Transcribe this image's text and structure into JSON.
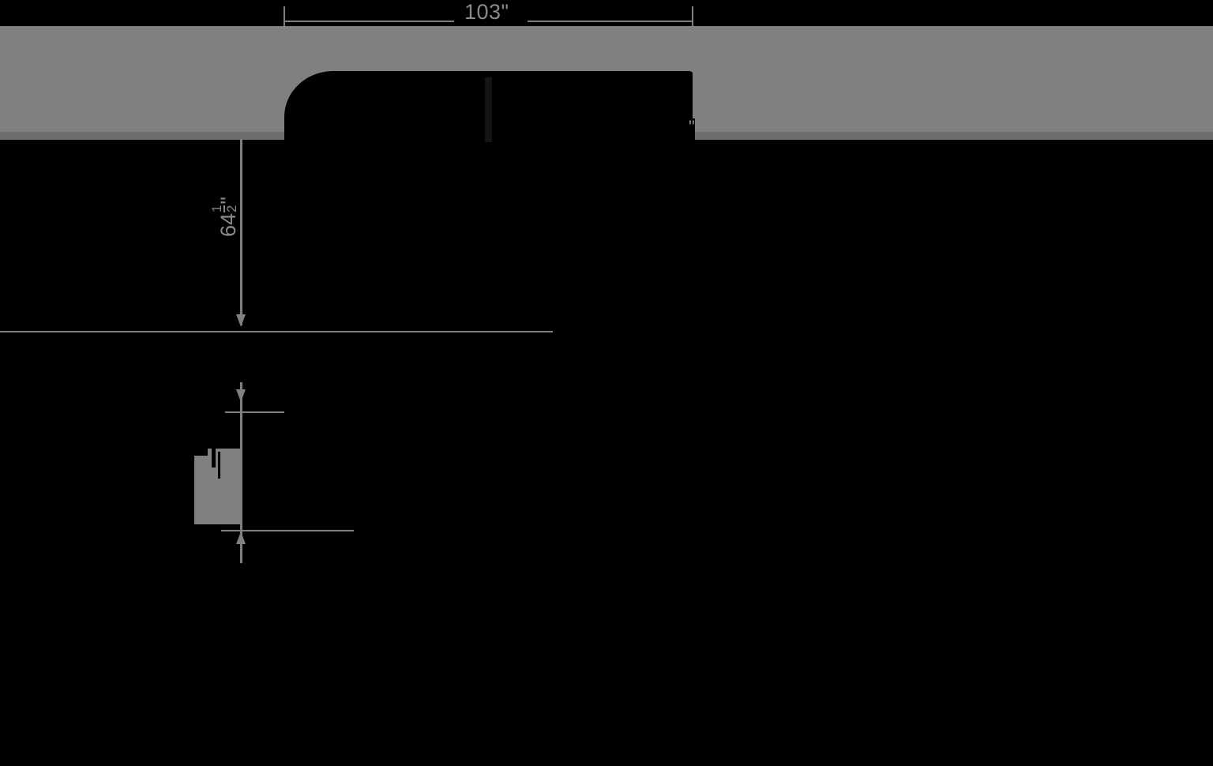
{
  "drawing": {
    "title": "furniture-dimension-drawing",
    "background_color": "#000000",
    "line_color": "#808080",
    "silhouette_color": "#000000",
    "band_color": "#808080",
    "shadow_color": "#6e6e6e"
  },
  "dimensions": {
    "width": {
      "label": "103\"",
      "value": 103,
      "unit": "inch",
      "orientation": "horizontal",
      "position": "top"
    },
    "depth": {
      "label_whole": "64",
      "label_numerator": "1",
      "label_denominator": "2",
      "label_unit": "\"",
      "value": 64.5,
      "unit": "inch",
      "orientation": "vertical",
      "position": "left"
    },
    "height": {
      "label": "",
      "label_state": "obscured",
      "orientation": "vertical",
      "position": "lower-left"
    },
    "edge_mark": {
      "label": "\"",
      "position": "band-right-inner"
    }
  }
}
